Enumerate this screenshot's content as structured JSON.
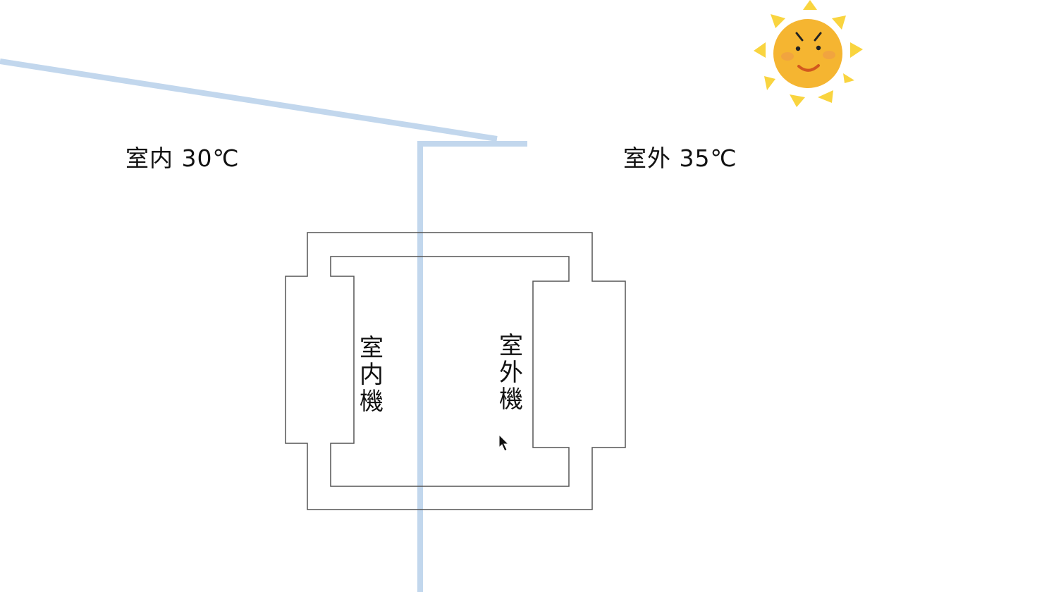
{
  "labels": {
    "indoor_temp": "室内 30℃",
    "outdoor_temp": "室外 35℃",
    "indoor_unit": "室内機",
    "outdoor_unit": "室外機"
  },
  "colors": {
    "wall": "#c2d7ed",
    "outline": "#555555",
    "sun_face": "#f5b531",
    "sun_rays": "#f9d43f",
    "sun_mouth": "#d2581e",
    "sun_cheek": "#ef9a4a"
  },
  "icons": {
    "sun": "sun-icon",
    "cursor": "mouse-cursor-icon"
  }
}
